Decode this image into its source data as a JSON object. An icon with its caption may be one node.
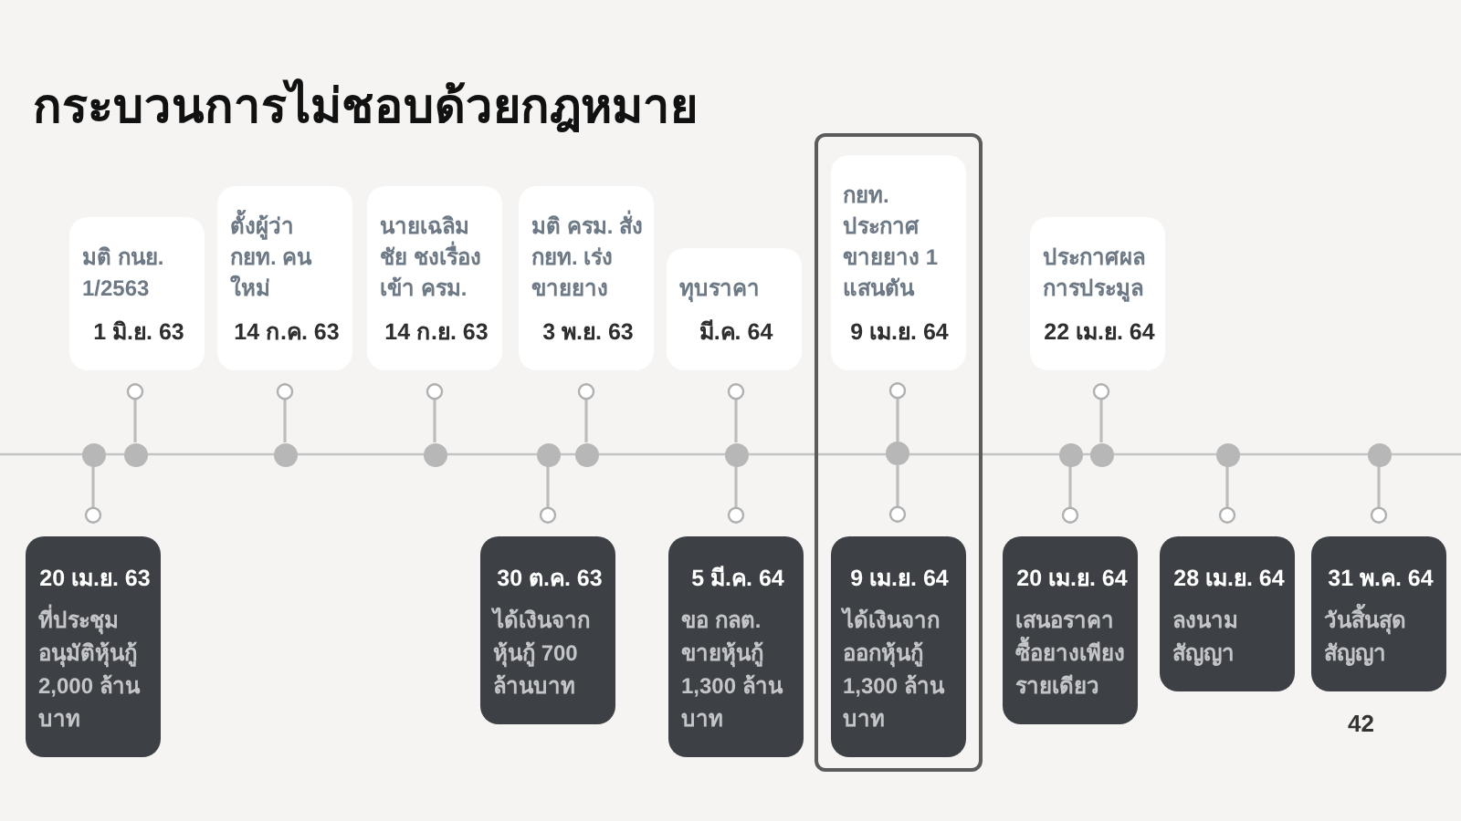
{
  "diagram": {
    "title": "กระบวนการไม่ชอบด้วยกฎหมาย",
    "nodes": [
      {
        "text": [
          "มติ กนย. 1/2563",
          "1 มิ.ย. 63"
        ]
      },
      {
        "text": [
          "ตั้งผู้ว่า กยท. คนใหม่",
          "14 ก.ค. 63"
        ]
      },
      {
        "text": [
          "นายเฉลิมชัย ชงเรื่องเข้า ครม.",
          "14 ก.ย. 63"
        ]
      },
      {
        "text": [
          "มติ ครม. สั่ง กยท. เร่งขายยาง",
          "3 พ.ย. 63"
        ]
      },
      {
        "text": [
          "ทุบราคา",
          "มี.ค. 64"
        ]
      },
      {
        "text": [],
        "shape": "box"
      },
      {
        "text": [
          "กยท. ประกาศขายยาง 1 แสนตัน",
          "9 เม.ย. 64"
        ],
        "in": 5
      },
      {
        "text": [
          "ประกาศผลการประมูล",
          "22 เม.ย. 64"
        ]
      },
      {
        "text": [
          "20 เม.ย. 63",
          "ที่ประชุมอนุมัติหุ้นกู้ 2,000 ล้านบาท"
        ]
      },
      {
        "text": [
          "30 ต.ค. 63",
          "ได้เงินจากหุ้นกู้ 700 ล้านบาท"
        ]
      },
      {
        "text": [
          "5 มี.ค. 64",
          "ขอ กลต. ขายหุ้นกู้ 1,300 ล้านบาท"
        ]
      },
      {
        "text": [
          "9 เม.ย. 64",
          "ได้เงินจากออกหุ้นกู้ 1,300 ล้านบาท"
        ],
        "in": 5
      },
      {
        "text": [
          "20 เม.ย. 64",
          "เสนอราคาซื้อยางเพียงรายเดียว"
        ]
      },
      {
        "text": [
          "28 เม.ย. 64",
          "ลงนามสัญญา"
        ]
      },
      {
        "text": [
          "31 พ.ค. 64",
          "วันสิ้นสุดสัญญา"
        ]
      },
      {
        "text": [],
        "shape": "circle"
      },
      {
        "text": [],
        "shape": "circle"
      },
      {
        "text": [],
        "shape": "circle"
      },
      {
        "text": [],
        "shape": "circle"
      },
      {
        "text": [],
        "shape": "circle"
      },
      {
        "text": [],
        "shape": "circle"
      },
      {
        "text": [],
        "shape": "circle"
      },
      {
        "text": [],
        "shape": "circle",
        "in": 5
      },
      {
        "text": [],
        "shape": "circle"
      },
      {
        "text": [],
        "shape": "circle"
      },
      {
        "text": [],
        "shape": "circle"
      },
      {
        "text": [],
        "shape": "circle"
      }
    ],
    "edges": [
      {
        "from": 16,
        "to": 0,
        "arrow": "other"
      },
      {
        "from": 17,
        "to": 1,
        "arrow": "other"
      },
      {
        "from": 18,
        "to": 2,
        "arrow": "other"
      },
      {
        "from": 20,
        "to": 3,
        "arrow": "other"
      },
      {
        "from": 21,
        "to": 4,
        "arrow": "other"
      },
      {
        "from": 22,
        "to": 6,
        "arrow": "other"
      },
      {
        "from": 24,
        "to": 7,
        "arrow": "other"
      },
      {
        "from": 15,
        "to": 8,
        "arrow": "other"
      },
      {
        "from": 19,
        "to": 9,
        "arrow": "other"
      },
      {
        "from": 21,
        "to": 10,
        "arrow": "other"
      },
      {
        "from": 22,
        "to": 11,
        "arrow": "other"
      },
      {
        "from": 23,
        "to": 12,
        "arrow": "other"
      },
      {
        "from": 25,
        "to": 13,
        "arrow": "other"
      },
      {
        "from": 26,
        "to": 14,
        "arrow": "other"
      }
    ],
    "labels": [
      "42"
    ]
  }
}
